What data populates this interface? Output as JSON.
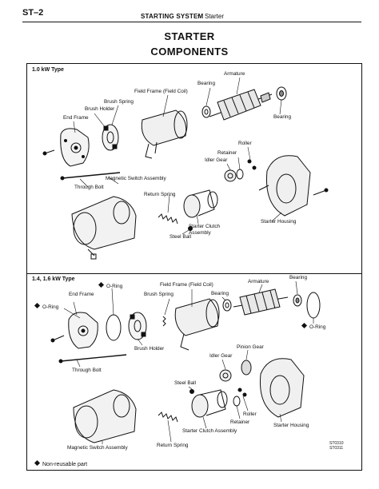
{
  "header": {
    "page_id": "ST–2",
    "section": "STARTING SYSTEM",
    "separator": "–",
    "subsection": "Starter"
  },
  "title": {
    "line1": "STARTER",
    "line2": "COMPONENTS"
  },
  "section1": {
    "heading": "1.0 kW Type",
    "labels": {
      "armature": "Armature",
      "bearing_top": "Bearing",
      "field_frame": "Field Frame (Field Coil)",
      "bearing_right": "Bearing",
      "brush_spring": "Brush Spring",
      "brush_holder": "Brush Holder",
      "end_frame": "End Frame",
      "roller": "Roller",
      "retainer": "Retainer",
      "idler_gear": "Idler Gear",
      "magnetic_switch": "Magnetic Switch Assembly",
      "through_bolt": "Through Bolt",
      "return_spring": "Return Spring",
      "starter_housing": "Starter Housing",
      "starter_clutch": "Starter Clutch\nAssembly",
      "steel_ball": "Steel Ball"
    }
  },
  "section2": {
    "heading": "1.4, 1.6 kW Type",
    "labels": {
      "oring_top": "O-Ring",
      "oring_left": "O-Ring",
      "oring_right": "O-Ring",
      "end_frame": "End Frame",
      "field_frame": "Field Frame (Field Coil)",
      "armature": "Armature",
      "bearing_top": "Bearing",
      "brush_spring": "Brush Spring",
      "bearing": "Bearing",
      "brush_holder": "Brush Holder",
      "through_bolt": "Through Bolt",
      "pinion_gear": "Pinion Gear",
      "idler_gear": "Idler Gear",
      "steel_ball": "Steel Ball",
      "roller": "Roller",
      "retainer": "Retainer",
      "starter_housing": "Starter Housing",
      "starter_clutch": "Starter Clutch Assembly",
      "magnetic_switch": "Magnetic Switch Assembly",
      "return_spring": "Return Spring"
    }
  },
  "codes": [
    "ST0310",
    "ST0311"
  ],
  "footnote": "Non-reusable part"
}
